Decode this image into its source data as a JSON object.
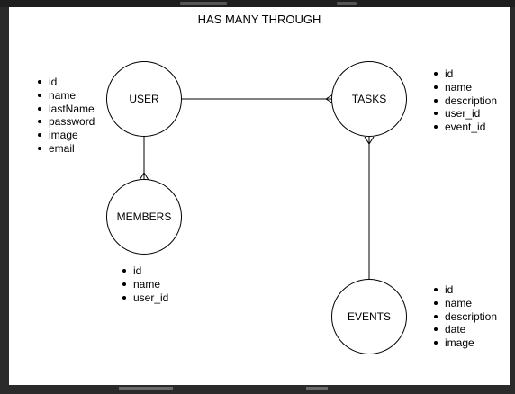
{
  "diagram": {
    "title": "HAS MANY THROUGH",
    "entities": {
      "user": {
        "label": "USER",
        "attributes": [
          "id",
          "name",
          "lastName",
          "password",
          "image",
          "email"
        ]
      },
      "tasks": {
        "label": "TASKS",
        "attributes": [
          "id",
          "name",
          "description",
          "user_id",
          "event_id"
        ]
      },
      "members": {
        "label": "MEMBERS",
        "attributes": [
          "id",
          "name",
          "user_id"
        ]
      },
      "events": {
        "label": "EVENTS",
        "attributes": [
          "id",
          "name",
          "description",
          "date",
          "image"
        ]
      }
    },
    "relationships": [
      {
        "from": "USER",
        "to": "TASKS",
        "notation": "one-to-many"
      },
      {
        "from": "USER",
        "to": "MEMBERS",
        "notation": "one-to-many"
      },
      {
        "from": "EVENTS",
        "to": "TASKS",
        "notation": "one-to-many"
      }
    ],
    "colors": {
      "line": "#000000",
      "background": "#ffffff",
      "frame": "#2b2b2b"
    }
  }
}
